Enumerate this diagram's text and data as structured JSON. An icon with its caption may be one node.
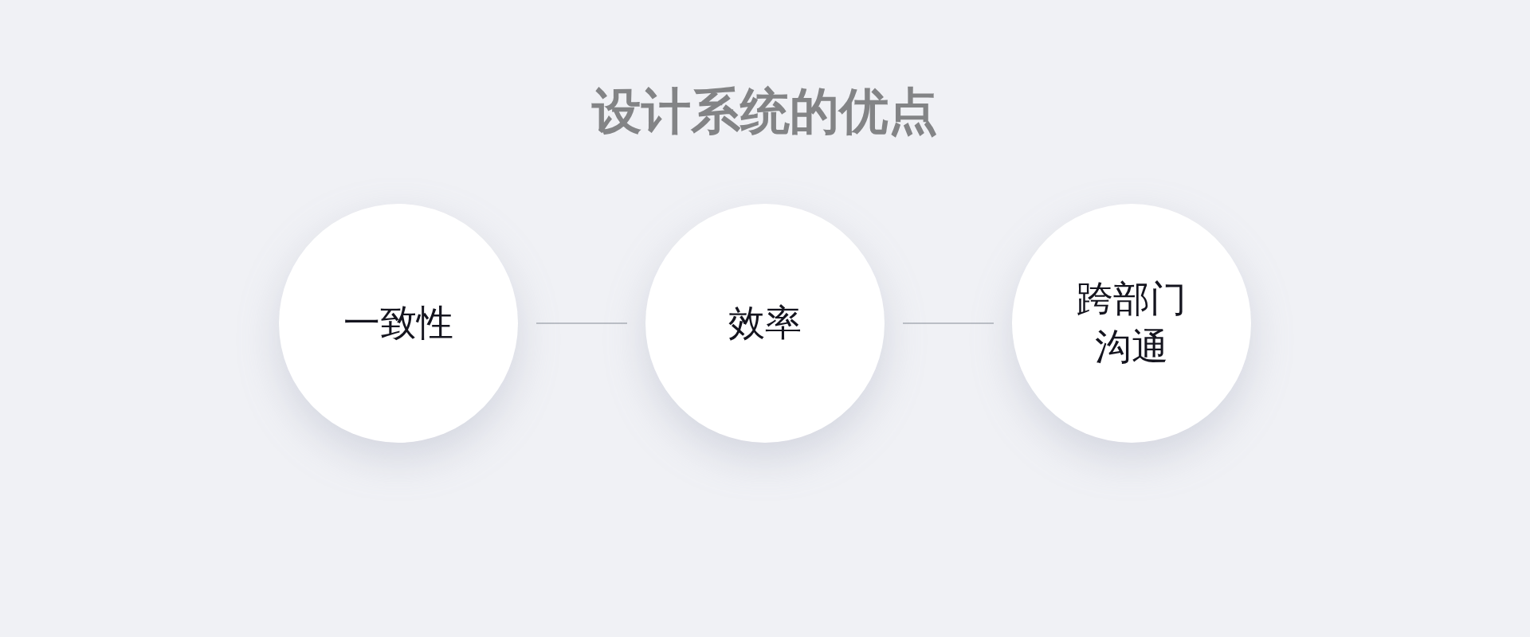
{
  "diagram": {
    "title": "设计系统的优点",
    "nodes": [
      {
        "text": [
          "一致性"
        ]
      },
      {
        "text": [
          "效率"
        ]
      },
      {
        "text": [
          "跨部门沟通"
        ]
      }
    ],
    "edges": [
      {
        "from": 0,
        "to": 1,
        "arrow": "none"
      },
      {
        "from": 1,
        "to": 2,
        "arrow": "none"
      }
    ]
  }
}
